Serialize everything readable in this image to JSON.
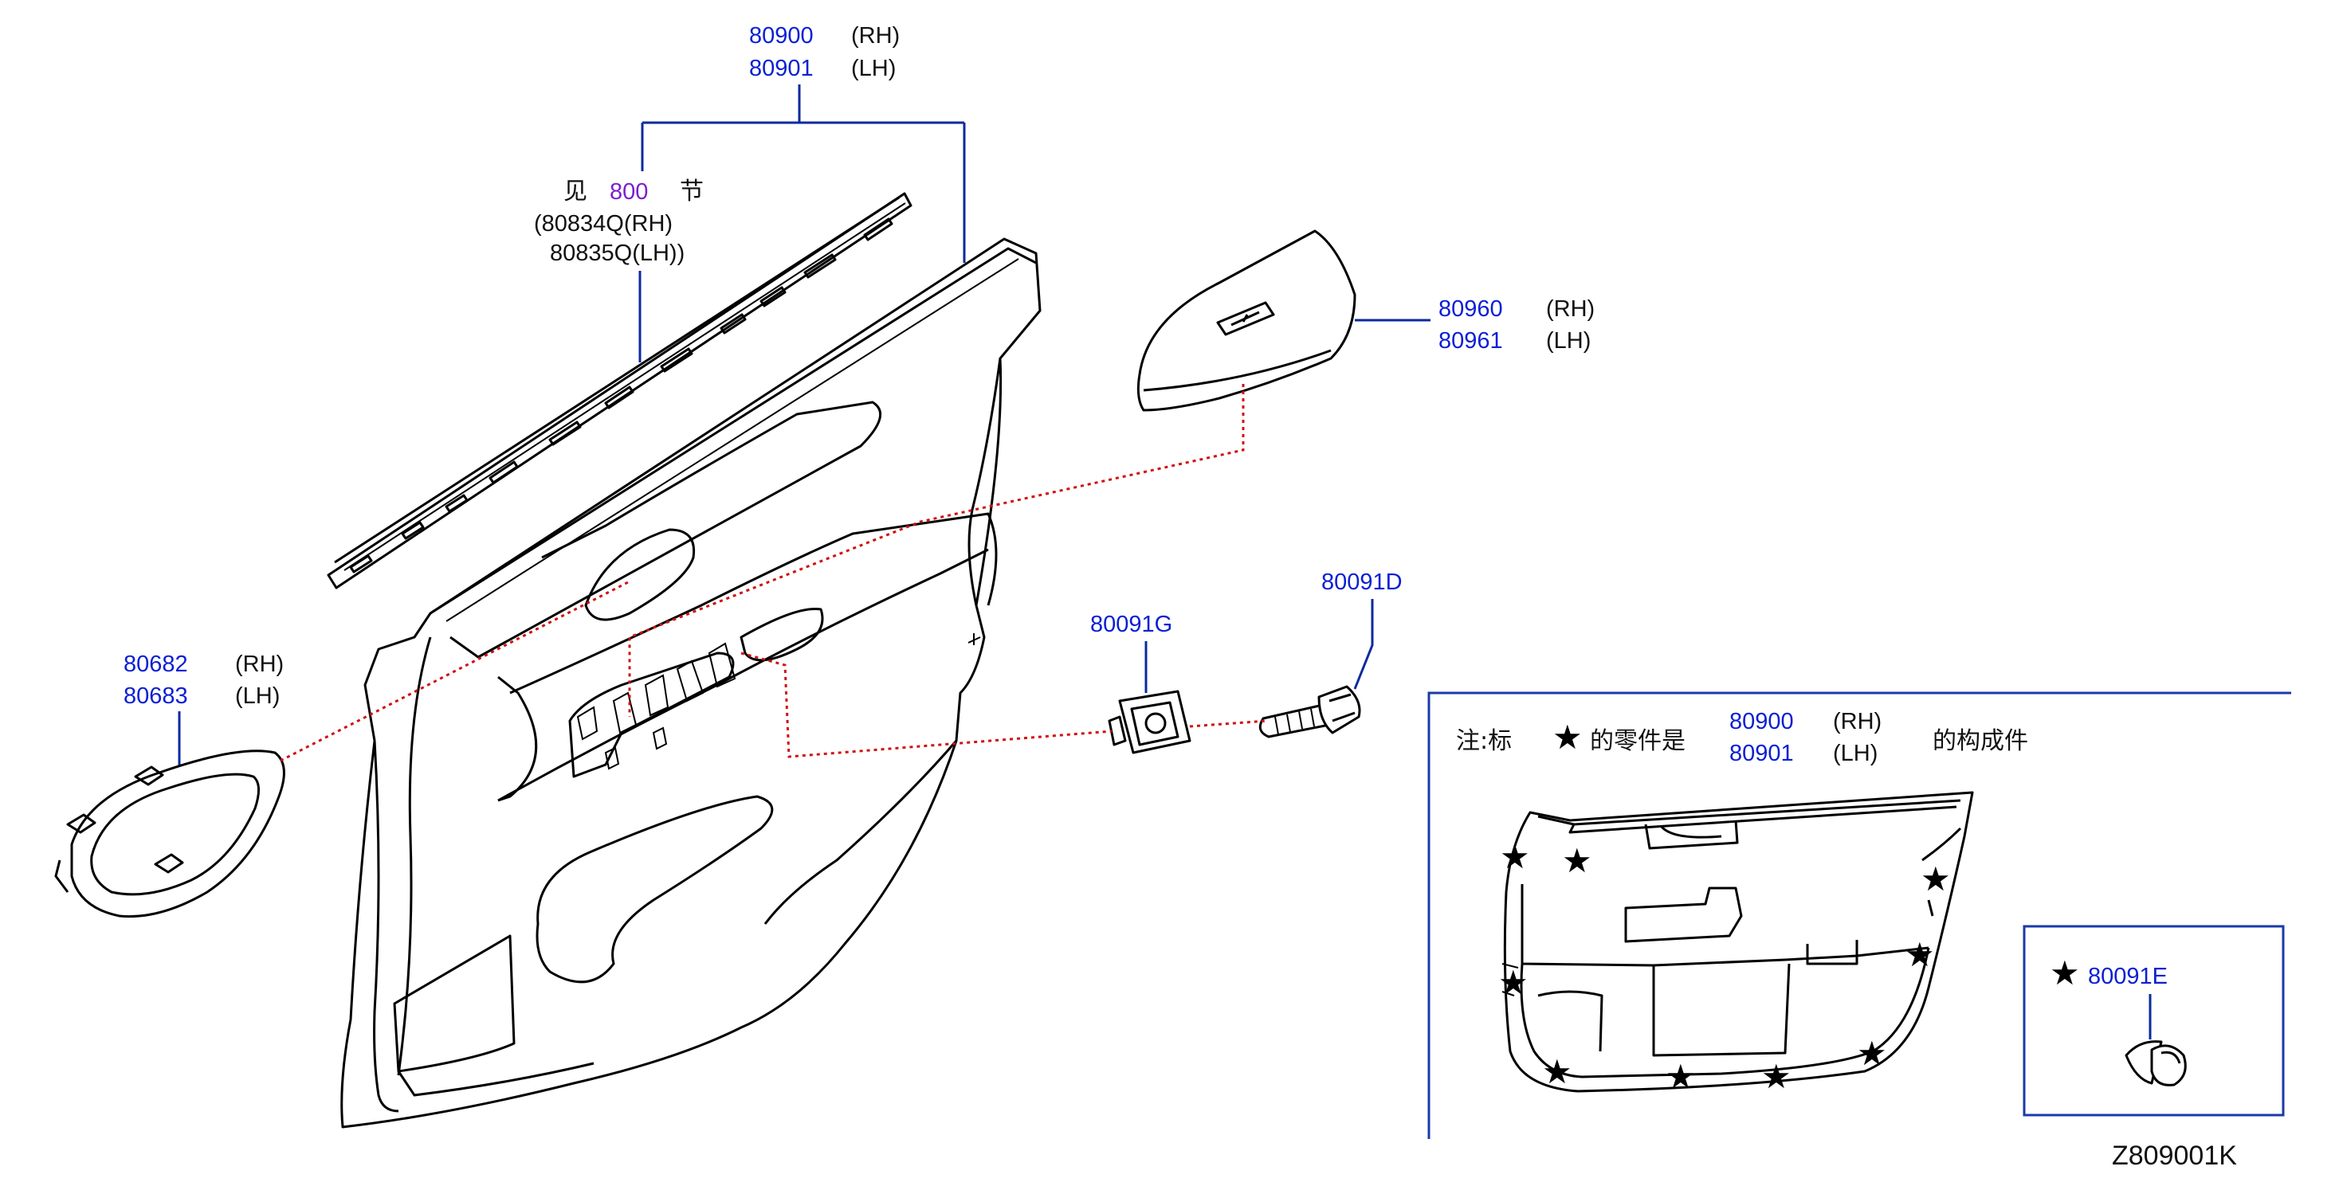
{
  "labels": {
    "trim_rh": "80900",
    "trim_lh": "80901",
    "rh": "(RH)",
    "lh": "(LH)",
    "see_prefix": "见",
    "see_section": "800",
    "see_suffix": "节",
    "molding_rh": "(80834Q(RH)",
    "molding_lh": "80835Q(LH))",
    "switch_rh": "80960",
    "switch_lh": "80961",
    "escutcheon_rh": "80682",
    "escutcheon_lh": "80683",
    "clip_g": "80091G",
    "screw_d": "80091D",
    "clip_e": "80091E",
    "note_prefix": "注:标",
    "note_middle": "的零件是",
    "note_trim_rh": "80900",
    "note_trim_lh": "80901",
    "note_rh": "(RH)",
    "note_lh": "(LH)",
    "note_suffix": "的构成件",
    "star_glyph": "★",
    "figure_code": "Z809001K"
  },
  "colors": {
    "part_number": "#0b1fd4",
    "reference": "#7a1fd1",
    "leader": "#0b2a9e",
    "dotted_connector": "#d01010"
  }
}
